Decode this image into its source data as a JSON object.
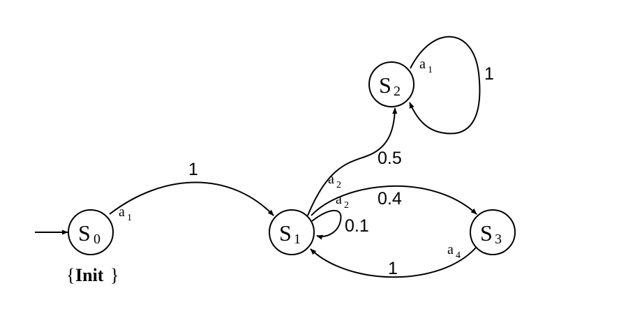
{
  "states": [
    {
      "id": "s0",
      "name": "S",
      "sub": "0"
    },
    {
      "id": "s1",
      "name": "S",
      "sub": "1"
    },
    {
      "id": "s2",
      "name": "S",
      "sub": "2"
    },
    {
      "id": "s3",
      "name": "S",
      "sub": "3"
    }
  ],
  "init_label": {
    "open": "{",
    "text": "Init",
    "close": "}"
  },
  "actions": {
    "s0_a1": {
      "name": "a",
      "sub": "1"
    },
    "s1_a2_upper": {
      "name": "a",
      "sub": "2"
    },
    "s1_a2_lower": {
      "name": "a",
      "sub": "2"
    },
    "s2_a1": {
      "name": "a",
      "sub": "1"
    },
    "s3_a4": {
      "name": "a",
      "sub": "4"
    }
  },
  "probabilities": {
    "s0_to_s1": "1",
    "s1_to_s2": "0.5",
    "s1_to_s3": "0.4",
    "s1_self": "0.1",
    "s2_self": "1",
    "s3_to_s1": "1"
  }
}
